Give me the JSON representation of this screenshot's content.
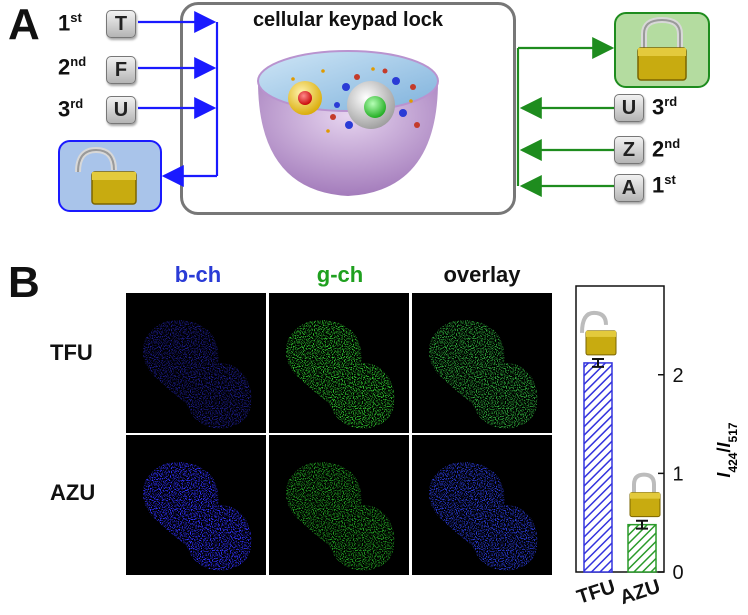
{
  "panel_a": {
    "letter": "A",
    "cell_title": "cellular keypad lock",
    "left_inputs": [
      {
        "ordinal": "1",
        "suffix": "st",
        "key": "T"
      },
      {
        "ordinal": "2",
        "suffix": "nd",
        "key": "F"
      },
      {
        "ordinal": "3",
        "suffix": "rd",
        "key": "U"
      }
    ],
    "right_inputs": [
      {
        "ordinal": "3",
        "suffix": "rd",
        "key": "U"
      },
      {
        "ordinal": "2",
        "suffix": "nd",
        "key": "Z"
      },
      {
        "ordinal": "1",
        "suffix": "st",
        "key": "A"
      }
    ],
    "left_lock_state": "unlocked",
    "right_lock_state": "locked",
    "colors": {
      "left_arrows": "#1a1aff",
      "right_arrows": "#1e8c1e",
      "left_lock_bg": "#a9c4ea",
      "right_lock_bg": "#b4dca0"
    }
  },
  "panel_b": {
    "letter": "B",
    "columns": [
      {
        "label": "b-ch",
        "color": "#2a3bd6"
      },
      {
        "label": "g-ch",
        "color": "#1fa01f"
      },
      {
        "label": "overlay",
        "color": "#111111"
      }
    ],
    "rows": [
      "TFU",
      "AZU"
    ],
    "chart_data": {
      "type": "bar",
      "categories": [
        "TFU",
        "AZU"
      ],
      "values": [
        2.12,
        0.48
      ],
      "errors": [
        0.04,
        0.04
      ],
      "bar_colors": [
        "#3333dd",
        "#2a9a2a"
      ],
      "bar_fill": "hatched",
      "ylim": [
        0,
        2.9
      ],
      "yticks": [
        "0",
        "1",
        "2"
      ],
      "ylabel": {
        "main": "I",
        "sub1": "424",
        "slash": "/",
        "main2": "I",
        "sub2": "517"
      },
      "lock_icons": [
        "unlocked",
        "locked"
      ]
    }
  }
}
